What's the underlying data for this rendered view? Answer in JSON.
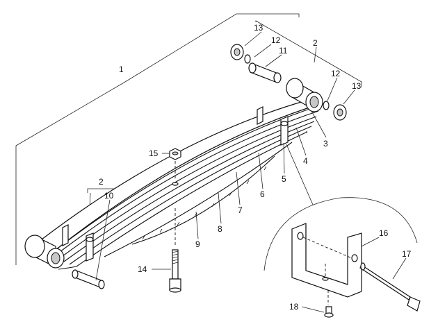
{
  "labels": {
    "l1": "1",
    "l2a": "2",
    "l2b": "2",
    "l3": "3",
    "l4": "4",
    "l5": "5",
    "l6": "6",
    "l7": "7",
    "l8": "8",
    "l9": "9",
    "l10": "10",
    "l11": "11",
    "l12a": "12",
    "l12b": "12",
    "l13a": "13",
    "l13b": "13",
    "l14": "14",
    "l15": "15",
    "l16": "16",
    "l17": "17",
    "l18": "18"
  }
}
